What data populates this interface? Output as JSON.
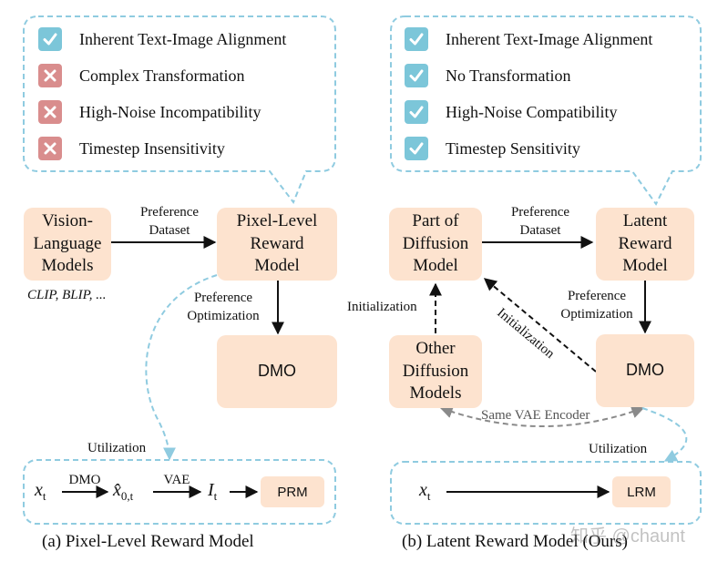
{
  "left": {
    "properties": [
      {
        "text": "Inherent Text-Image Alignment",
        "status": "check"
      },
      {
        "text": "Complex Transformation",
        "status": "cross"
      },
      {
        "text": "High-Noise Incompatibility",
        "status": "cross"
      },
      {
        "text": "Timestep Insensitivity",
        "status": "cross"
      }
    ],
    "vlm_box": "Vision-\nLanguage\nModels",
    "vlm_examples": "CLIP, BLIP, ...",
    "edge_preference_dataset": "Preference\nDataset",
    "reward_box": "Pixel-Level\nReward\nModel",
    "edge_preference_optimization": "Preference\nOptimization",
    "dmo_box": "DMO",
    "edge_utilization": "Utilization",
    "pipeline": {
      "x": "x",
      "x_sub": "t",
      "arrow1_label": "DMO",
      "x0": "x̂",
      "x0_sub": "0,t",
      "arrow2_label": "VAE",
      "i": "I",
      "i_sub": "t",
      "target": "PRM"
    },
    "caption": "(a) Pixel-Level Reward Model"
  },
  "right": {
    "properties": [
      {
        "text": "Inherent Text-Image Alignment",
        "status": "check"
      },
      {
        "text": "No Transformation",
        "status": "check"
      },
      {
        "text": "High-Noise Compatibility",
        "status": "check"
      },
      {
        "text": "Timestep Sensitivity",
        "status": "check"
      }
    ],
    "part_box": "Part of\nDiffusion\nModel",
    "edge_preference_dataset": "Preference\nDataset",
    "reward_box": "Latent\nReward\nModel",
    "edge_preference_optimization": "Preference\nOptimization",
    "dmo_box": "DMO",
    "other_box": "Other\nDiffusion\nModels",
    "edge_initialization_vertical": "Initialization",
    "edge_initialization_diagonal": "Initialization",
    "edge_same_vae": "Same VAE Encoder",
    "edge_utilization": "Utilization",
    "pipeline": {
      "x": "x",
      "x_sub": "t",
      "target": "LRM"
    },
    "caption": "(b) Latent Reward Model (Ours)"
  },
  "watermark": "知乎 @chaunt",
  "colors": {
    "box_fill": "#fde3cf",
    "dashed_border": "#8fcbe0",
    "check": "#7cc6d9",
    "cross": "#d98d8d",
    "gray_arrow": "#8a8a8a"
  }
}
